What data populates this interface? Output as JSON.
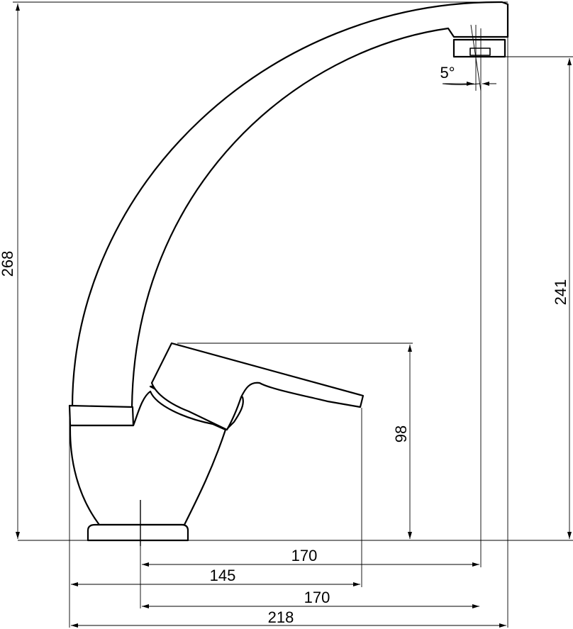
{
  "drawing": {
    "subject": "single-lever faucet with swivel spout",
    "colors": {
      "line": "#000000",
      "background": "#ffffff"
    }
  },
  "dimensions": {
    "total_height": "268",
    "outlet_height": "241",
    "lever_height": "98",
    "spout_reach_top": "170",
    "lever_reach": "145",
    "spout_reach_bottom": "170",
    "overall_length": "218",
    "aerator_angle": "5°"
  }
}
